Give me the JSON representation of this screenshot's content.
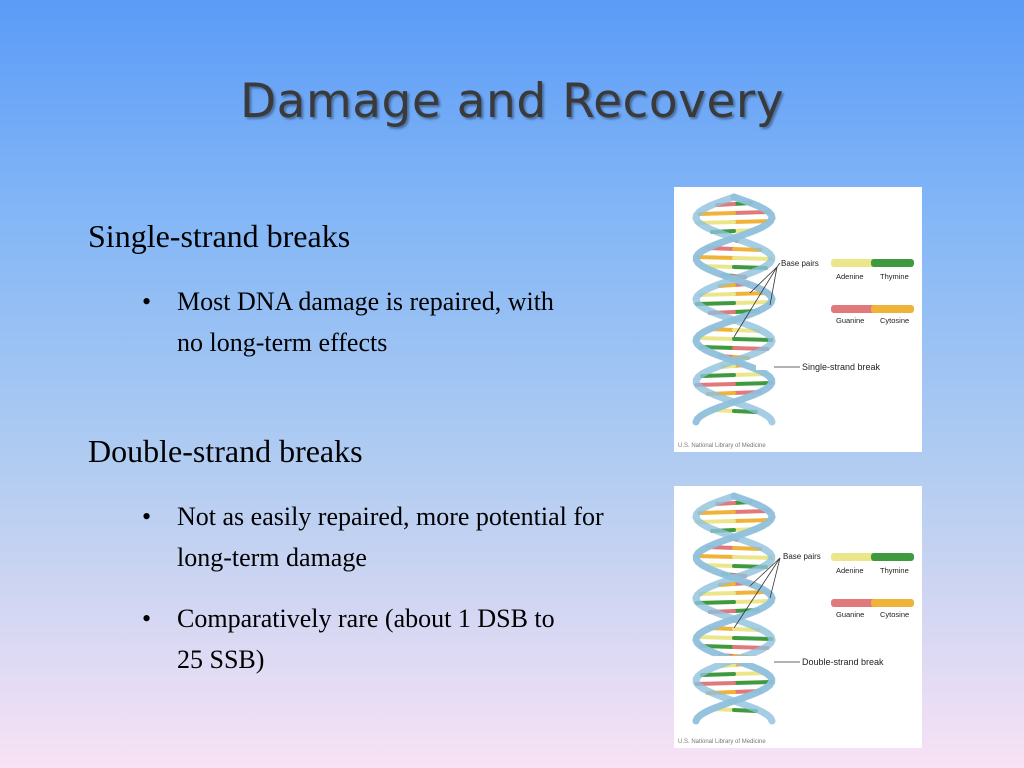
{
  "slide": {
    "title": "Damage and Recovery",
    "sections": [
      {
        "heading": "Single-strand breaks",
        "bullets": [
          " Most DNA damage is repaired, with no long-term effects"
        ]
      },
      {
        "heading": "Double-strand breaks",
        "bullets": [
          "Not as easily repaired, more potential for long-term damage",
          "Comparatively rare (about 1 DSB to 25 SSB)"
        ]
      }
    ],
    "bullet_glyph": "•"
  },
  "figures": [
    {
      "base_pairs_label": "Base pairs",
      "adenine": "Adenine",
      "thymine": "Thymine",
      "guanine": "Guanine",
      "cytosine": "Cytosine",
      "break_label": "Single-strand break",
      "credit": "U.S. National Library of Medicine"
    },
    {
      "base_pairs_label": "Base pairs",
      "adenine": "Adenine",
      "thymine": "Thymine",
      "guanine": "Guanine",
      "cytosine": "Cytosine",
      "break_label": "Double-strand break",
      "credit": "U.S. National Library of Medicine"
    }
  ],
  "colors": {
    "adenine": "#ece68a",
    "thymine": "#3f9a3f",
    "guanine": "#e07a7a",
    "cytosine": "#f0b33a",
    "strand": "#8fc0dc"
  }
}
